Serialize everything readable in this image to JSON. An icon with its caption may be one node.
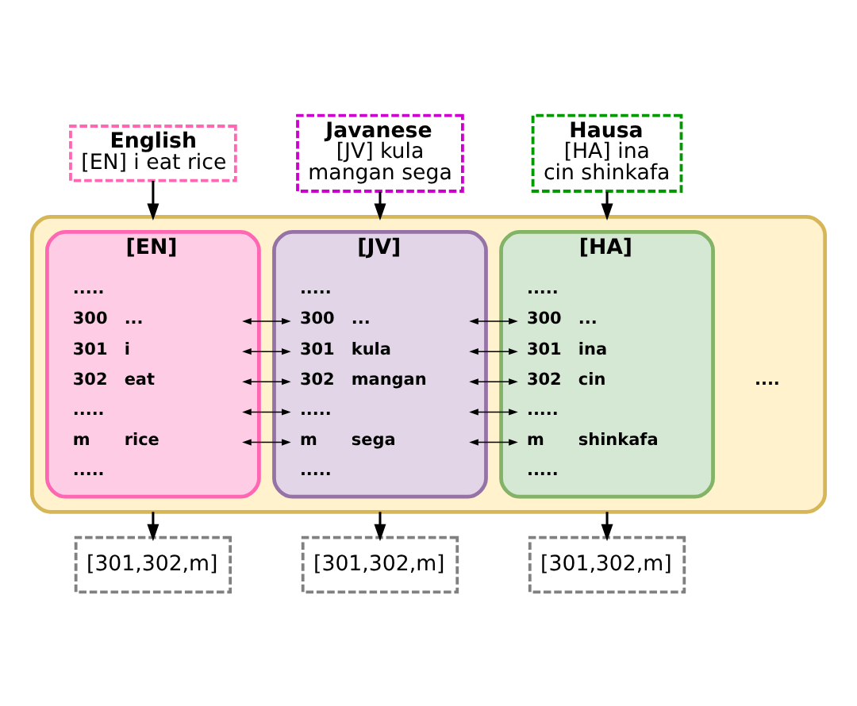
{
  "diagram": {
    "nodes": [
      {
        "text": [
          "English",
          "[EN] i eat rice"
        ]
      },
      {
        "text": [
          "Javanese",
          "[JV] kula mangan sega"
        ]
      },
      {
        "text": [
          "Hausa",
          "[HA] ina cin shinkafa"
        ]
      },
      {
        "text": [],
        "shape": "box"
      },
      {
        "text": [
          "[EN]"
        ],
        "in": 3
      },
      {
        "text": [
          "[JV]"
        ],
        "in": 3
      },
      {
        "text": [
          "[HA]"
        ],
        "in": 3
      },
      {
        "text": [
          "....."
        ],
        "in": 4
      },
      {
        "text": [
          "....."
        ],
        "in": 5
      },
      {
        "text": [
          "....."
        ],
        "in": 6
      },
      {
        "text": [
          "300",
          "..."
        ],
        "in": 4
      },
      {
        "text": [
          "300",
          "..."
        ],
        "in": 5
      },
      {
        "text": [
          "300",
          "..."
        ],
        "in": 6
      },
      {
        "text": [
          "301",
          "i"
        ],
        "in": 4
      },
      {
        "text": [
          "301",
          "kula"
        ],
        "in": 5
      },
      {
        "text": [
          "301",
          "ina"
        ],
        "in": 6
      },
      {
        "text": [
          "302",
          "eat"
        ],
        "in": 4
      },
      {
        "text": [
          "302",
          "mangan"
        ],
        "in": 5
      },
      {
        "text": [
          "302",
          "cin"
        ],
        "in": 6
      },
      {
        "text": [
          "....."
        ],
        "in": 4
      },
      {
        "text": [
          "....."
        ],
        "in": 5
      },
      {
        "text": [
          "....."
        ],
        "in": 6
      },
      {
        "text": [
          "m",
          "rice"
        ],
        "in": 4
      },
      {
        "text": [
          "m",
          "sega"
        ],
        "in": 5
      },
      {
        "text": [
          "m",
          "shinkafa"
        ],
        "in": 6
      },
      {
        "text": [
          "....."
        ],
        "in": 4
      },
      {
        "text": [
          "....."
        ],
        "in": 5
      },
      {
        "text": [
          "....."
        ],
        "in": 6
      },
      {
        "text": [
          "[301,302,m]"
        ]
      },
      {
        "text": [
          "[301,302,m]"
        ]
      },
      {
        "text": [
          "[301,302,m]"
        ]
      }
    ],
    "edges": [
      {
        "from": 0,
        "to": 3,
        "arrow": "to"
      },
      {
        "from": 1,
        "to": 3,
        "arrow": "to"
      },
      {
        "from": 2,
        "to": 3,
        "arrow": "to"
      },
      {
        "from": 10,
        "to": 11,
        "arrow": "both"
      },
      {
        "from": 11,
        "to": 12,
        "arrow": "both"
      },
      {
        "from": 13,
        "to": 14,
        "arrow": "both"
      },
      {
        "from": 14,
        "to": 15,
        "arrow": "both"
      },
      {
        "from": 16,
        "to": 17,
        "arrow": "both"
      },
      {
        "from": 17,
        "to": 18,
        "arrow": "both"
      },
      {
        "from": 19,
        "to": 20,
        "arrow": "both"
      },
      {
        "from": 20,
        "to": 21,
        "arrow": "both"
      },
      {
        "from": 22,
        "to": 23,
        "arrow": "both"
      },
      {
        "from": 23,
        "to": 24,
        "arrow": "both"
      },
      {
        "from": 3,
        "to": 28,
        "arrow": "to"
      },
      {
        "from": 3,
        "to": 29,
        "arrow": "to"
      },
      {
        "from": 3,
        "to": 30,
        "arrow": "to"
      }
    ],
    "labels": [
      "...."
    ]
  }
}
